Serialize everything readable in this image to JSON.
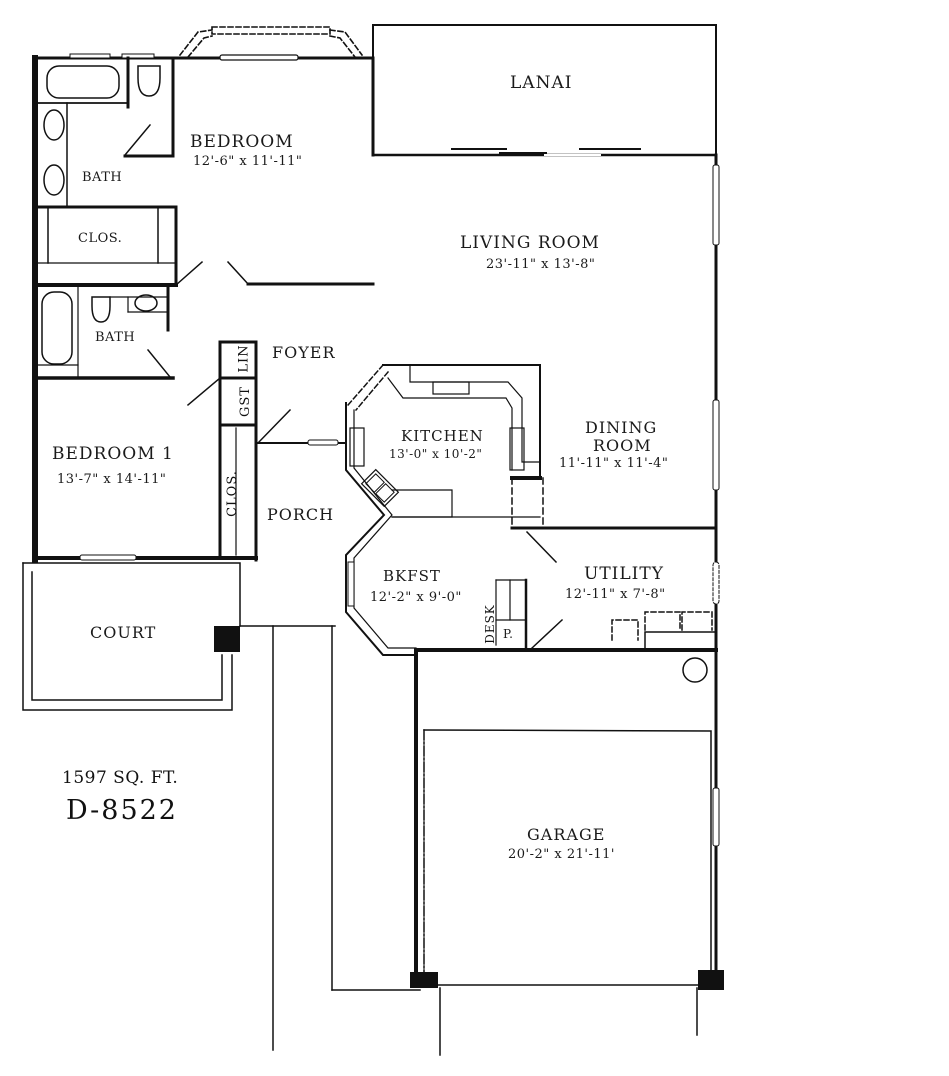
{
  "plan": {
    "square_footage": "1597 SQ. FT.",
    "plan_number": "D-8522"
  },
  "rooms": {
    "lanai": {
      "name": "LANAI"
    },
    "master_bedroom": {
      "name": "BEDROOM",
      "dimensions": "12'-6\" x 11'-11\""
    },
    "master_bath": {
      "name": "BATH"
    },
    "master_closet": {
      "name": "CLOS."
    },
    "living_room": {
      "name": "LIVING ROOM",
      "dimensions": "23'-11\" x 13'-8\""
    },
    "bath_2": {
      "name": "BATH"
    },
    "foyer": {
      "name": "FOYER"
    },
    "linen": {
      "name": "LIN"
    },
    "guest_closet": {
      "name": "GST"
    },
    "bedroom_1": {
      "name": "BEDROOM 1",
      "dimensions": "13'-7\" x 14'-11\""
    },
    "bedroom_1_closet": {
      "name": "CLOS."
    },
    "porch": {
      "name": "PORCH"
    },
    "kitchen": {
      "name": "KITCHEN",
      "dimensions": "13'-0\" x 10'-2\""
    },
    "dining_room": {
      "name_line1": "DINING",
      "name_line2": "ROOM",
      "dimensions": "11'-11\" x 11'-4\""
    },
    "breakfast": {
      "name": "BKFST",
      "dimensions": "12'-2\" x 9'-0\""
    },
    "desk": {
      "name": "DESK"
    },
    "pantry": {
      "name": "P."
    },
    "utility": {
      "name": "UTILITY",
      "dimensions": "12'-11\" x 7'-8\""
    },
    "court": {
      "name": "COURT"
    },
    "garage": {
      "name": "GARAGE",
      "dimensions": "20'-2\" x 21'-11'"
    }
  },
  "colors": {
    "wall": "#111111",
    "background": "#ffffff"
  }
}
